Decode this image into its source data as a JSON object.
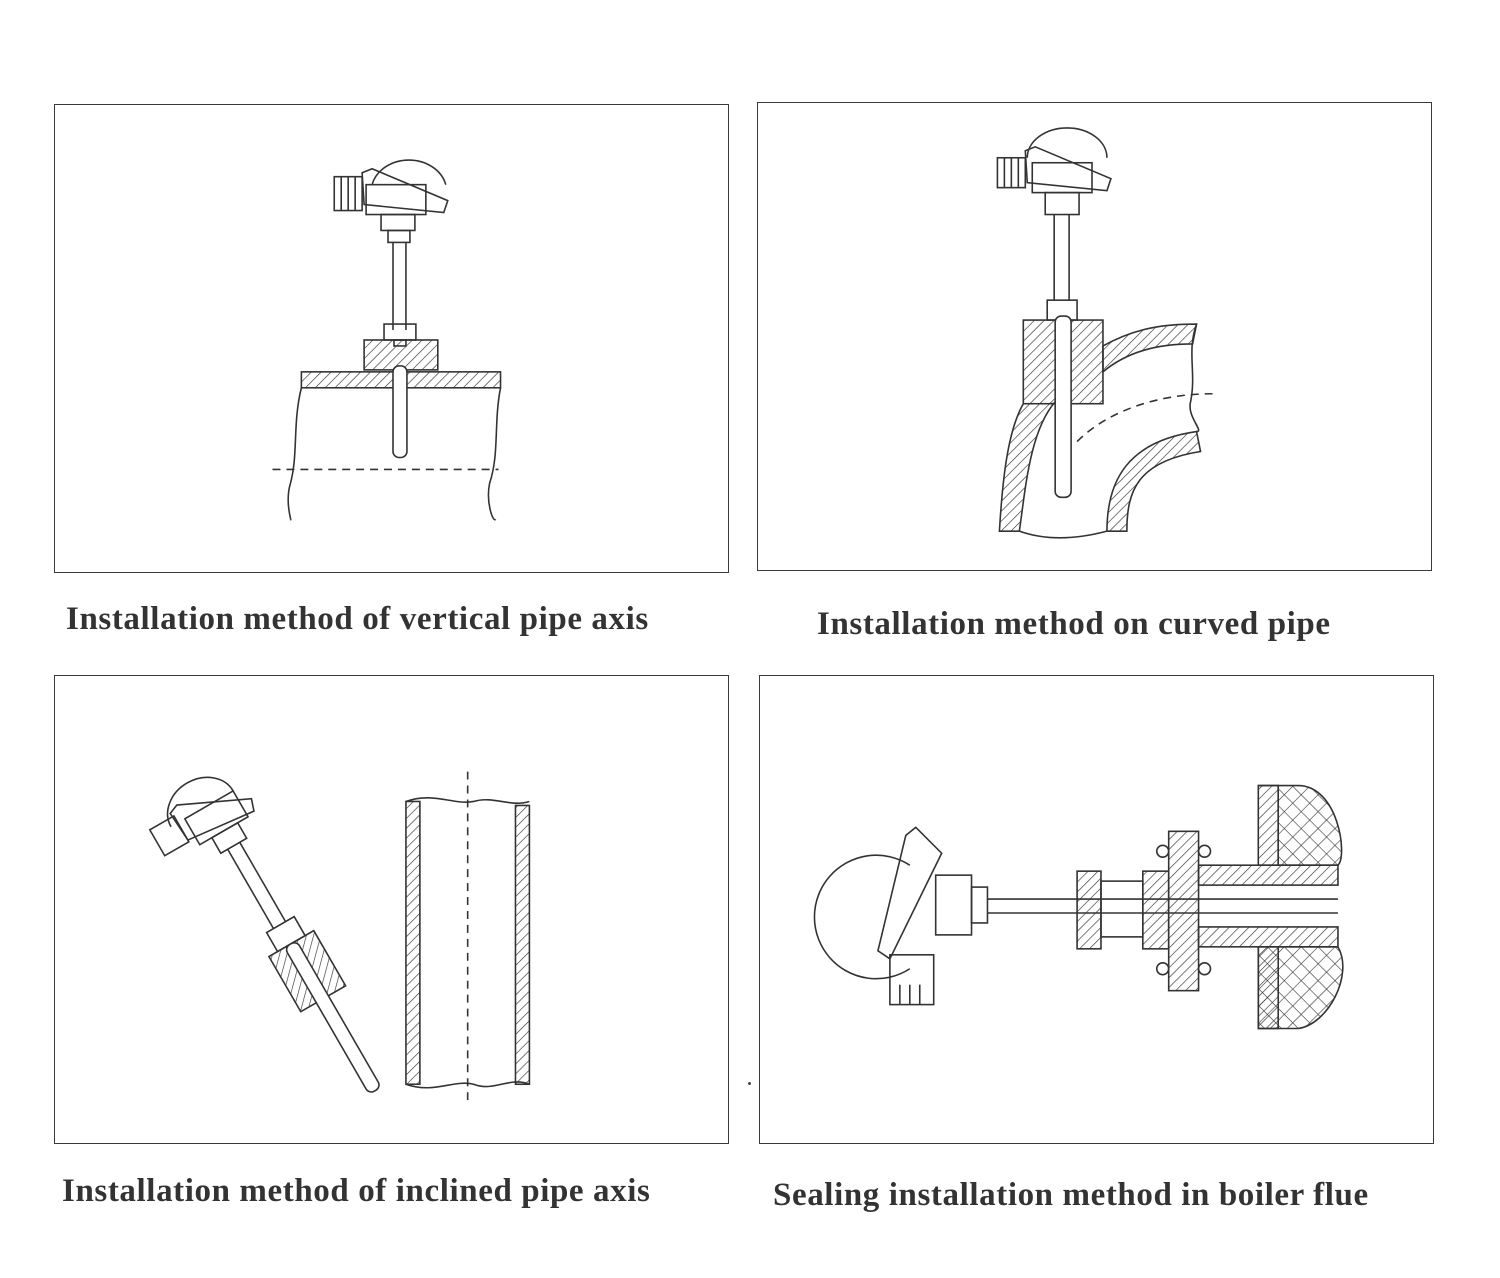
{
  "panels": [
    {
      "caption": "Installation method of vertical pipe axis",
      "icon": "thermocouple-vertical-pipe-drawing"
    },
    {
      "caption": "Installation method on curved pipe",
      "icon": "thermocouple-curved-pipe-drawing"
    },
    {
      "caption": "Installation method of inclined pipe axis",
      "icon": "thermocouple-inclined-pipe-drawing"
    },
    {
      "caption": "Sealing installation method in boiler flue",
      "icon": "thermocouple-boiler-flue-drawing"
    }
  ],
  "colors": {
    "line": "#333333",
    "border": "#3a3a3a",
    "caption": "#333333",
    "background": "#ffffff"
  }
}
